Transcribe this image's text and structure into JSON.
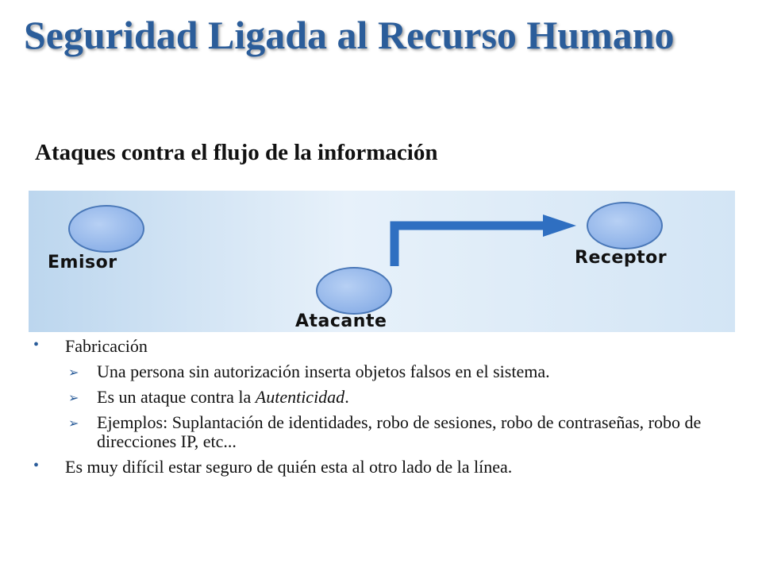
{
  "slide": {
    "title": "Seguridad Ligada al Recurso Humano",
    "subtitle": "Ataques contra el flujo de la información"
  },
  "diagram": {
    "emisor_label": "Emisor",
    "receptor_label": "Receptor",
    "atacante_label": "Atacante",
    "arrow_color": "#2f6fc1"
  },
  "content": {
    "bullet1": "Fabricación",
    "sub1": "Una persona sin autorización inserta objetos falsos en el sistema.",
    "sub2_prefix": "Es un ataque contra la ",
    "sub2_italic": "Autenticidad",
    "sub2_suffix": ".",
    "sub3": "Ejemplos: Suplantación de identidades, robo de sesiones, robo de contraseñas, robo de direcciones IP, etc...",
    "bullet2": "Es muy difícil estar seguro de quién esta al otro lado de la línea."
  }
}
